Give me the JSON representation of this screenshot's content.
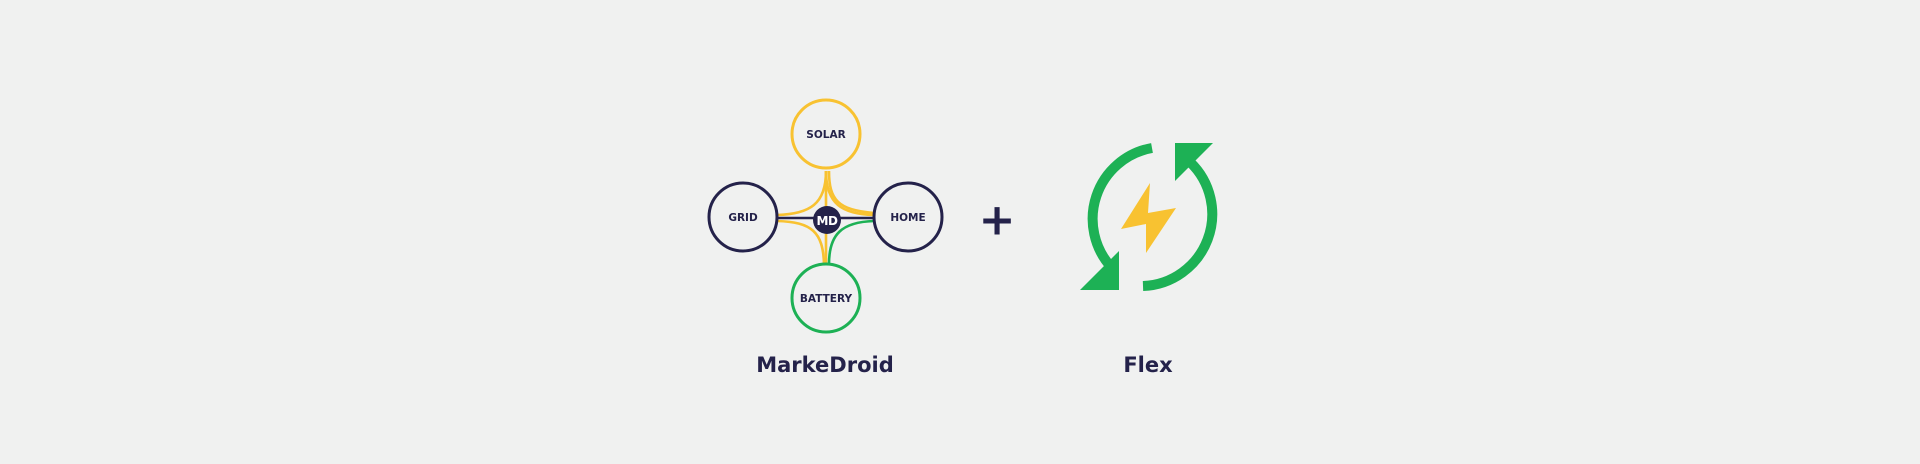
{
  "colors": {
    "background": "#f0f1f0",
    "navy": "#24224a",
    "solar_yellow": "#f8c231",
    "battery_green": "#1db155"
  },
  "markedroid": {
    "nodes": {
      "solar": "SOLAR",
      "grid": "GRID",
      "home": "HOME",
      "battery": "BATTERY"
    },
    "hub": "MD",
    "caption": "MarkeDroid"
  },
  "operator": "+",
  "flex": {
    "icon": "refresh-lightning-icon",
    "caption": "Flex"
  }
}
